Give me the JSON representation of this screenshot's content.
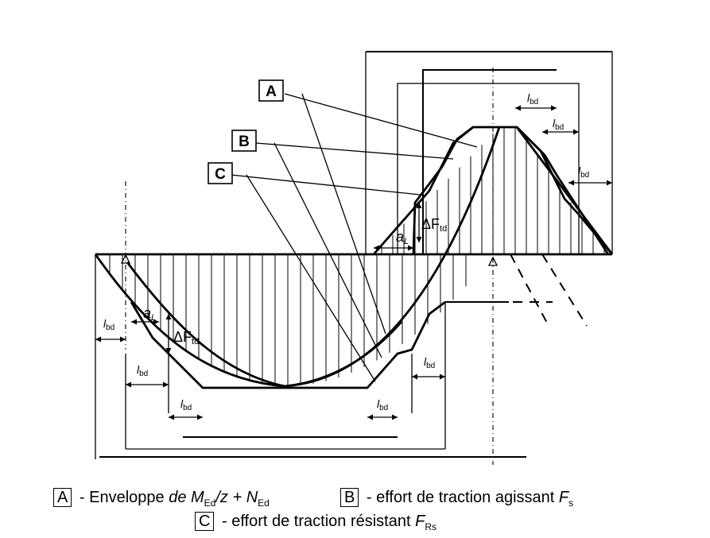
{
  "labels": {
    "A": "A",
    "B": "B",
    "C": "C",
    "lbd": "l",
    "lbd_sub": "bd",
    "aL": "a",
    "aL_sub": "L",
    "dF": "ΔF",
    "dF_sub": "td"
  },
  "legend": {
    "a_key": "A",
    "a_text_1": " - Enveloppe ",
    "a_text_2": "de M",
    "a_text_3": "Ed",
    "a_text_4": "/z + N",
    "a_text_5": "Ed",
    "b_key": "B",
    "b_text_1": " - effort de traction agissant  ",
    "b_text_2": "F",
    "b_text_3": "s",
    "c_key": "C",
    "c_text_1": " - effort de traction résistant ",
    "c_text_2": "F",
    "c_text_3": "Rs"
  }
}
